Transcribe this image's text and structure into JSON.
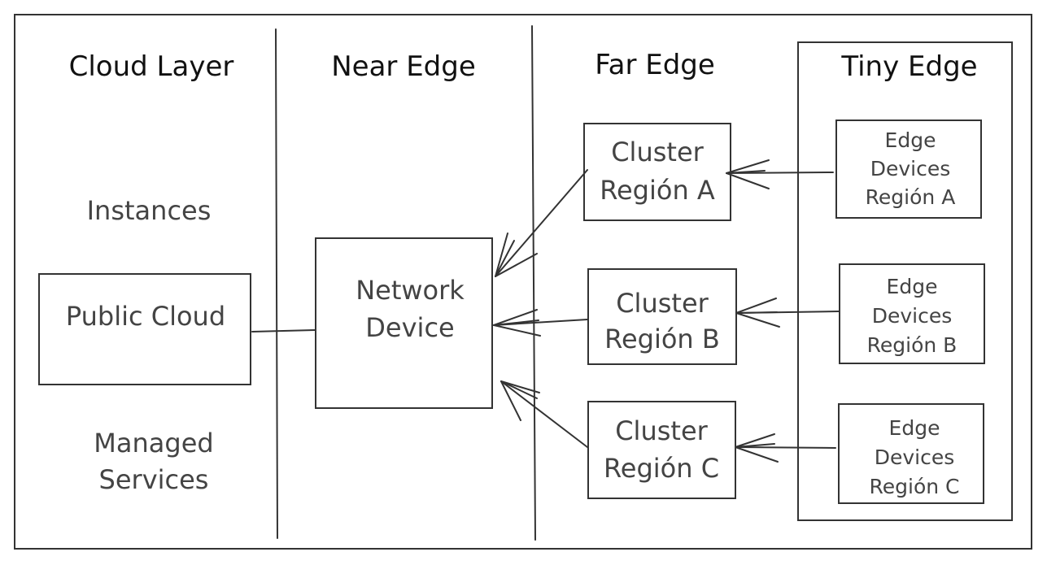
{
  "columns": {
    "cloud_layer": "Cloud Layer",
    "near_edge": "Near Edge",
    "far_edge": "Far Edge",
    "tiny_edge": "Tiny Edge"
  },
  "cloud": {
    "instances": "Instances",
    "public_cloud": "Public Cloud",
    "managed_services_line1": "Managed",
    "managed_services_line2": "Services"
  },
  "near": {
    "network_device_line1": "Network",
    "network_device_line2": "Device"
  },
  "far": {
    "clusters": [
      {
        "line1": "Cluster",
        "line2": "Región A"
      },
      {
        "line1": "Cluster",
        "line2": "Región B"
      },
      {
        "line1": "Cluster",
        "line2": "Región C"
      }
    ]
  },
  "tiny": {
    "devices": [
      {
        "line1": "Edge",
        "line2": "Devices",
        "line3": "Región A"
      },
      {
        "line1": "Edge",
        "line2": "Devices",
        "line3": "Región B"
      },
      {
        "line1": "Edge",
        "line2": "Devices",
        "line3": "Región C"
      }
    ]
  }
}
